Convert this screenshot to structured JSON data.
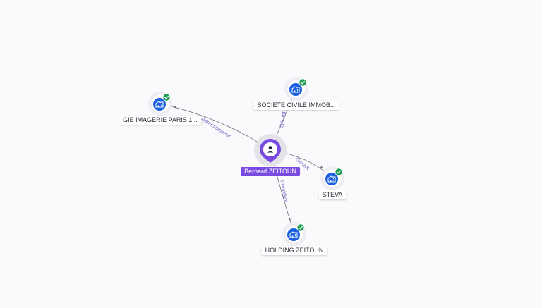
{
  "graph": {
    "center": {
      "name": "Bernard ZEITOUN",
      "icon": "person-icon",
      "color": "#7a4be0"
    },
    "companies": [
      {
        "id": "gie",
        "name": "GIE IMAGERIE PARIS 1...",
        "verified": true,
        "icon": "building-icon"
      },
      {
        "id": "sci",
        "name": "SOCIETE CIVILE IMMOB...",
        "verified": true,
        "icon": "building-icon"
      },
      {
        "id": "steva",
        "name": "STEVA",
        "verified": true,
        "icon": "building-icon"
      },
      {
        "id": "holding",
        "name": "HOLDING ZEITOUN",
        "verified": true,
        "icon": "building-icon"
      }
    ],
    "edges": [
      {
        "to": "gie",
        "role": "Administrateur"
      },
      {
        "to": "sci",
        "role": "Gérant"
      },
      {
        "to": "steva",
        "role": "Gérant"
      },
      {
        "to": "holding",
        "role": "Président"
      }
    ],
    "colors": {
      "company_icon": "#1a5fe0",
      "verified_badge": "#1f9d55",
      "edge_line": "#6f6f7a",
      "edge_label": "#7a6cc4"
    }
  }
}
